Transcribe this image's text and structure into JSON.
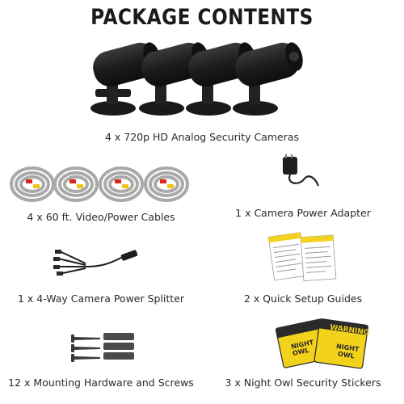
{
  "page": {
    "title": "PACKAGE CONTENTS"
  },
  "items": [
    {
      "label": "4 x 720p HD Analog Security Cameras",
      "icon": "camera-icon"
    },
    {
      "label": "4 x 60 ft. Video/Power Cables",
      "icon": "cable-icon"
    },
    {
      "label": "1 x Camera Power Adapter",
      "icon": "power-adapter-icon"
    },
    {
      "label": "1 x 4-Way Camera Power Splitter",
      "icon": "power-splitter-icon"
    },
    {
      "label": "2 x Quick Setup Guides",
      "icon": "setup-guide-icon"
    },
    {
      "label": "12 x Mounting Hardware and Screws",
      "icon": "screws-icon"
    },
    {
      "label": "3 x Night Owl Security Stickers",
      "icon": "sticker-icon"
    }
  ],
  "stickers": {
    "warning_text": "WARNING",
    "brand_line1": "NIGHT",
    "brand_line2": "OWL"
  },
  "colors": {
    "camera": "#1c1c1c",
    "cable": "#a9a9a9",
    "connector_red": "#d6261d",
    "connector_yellow": "#f2c21a",
    "sticker_yellow": "#f3d21b",
    "sticker_dark": "#2a2a2a"
  }
}
